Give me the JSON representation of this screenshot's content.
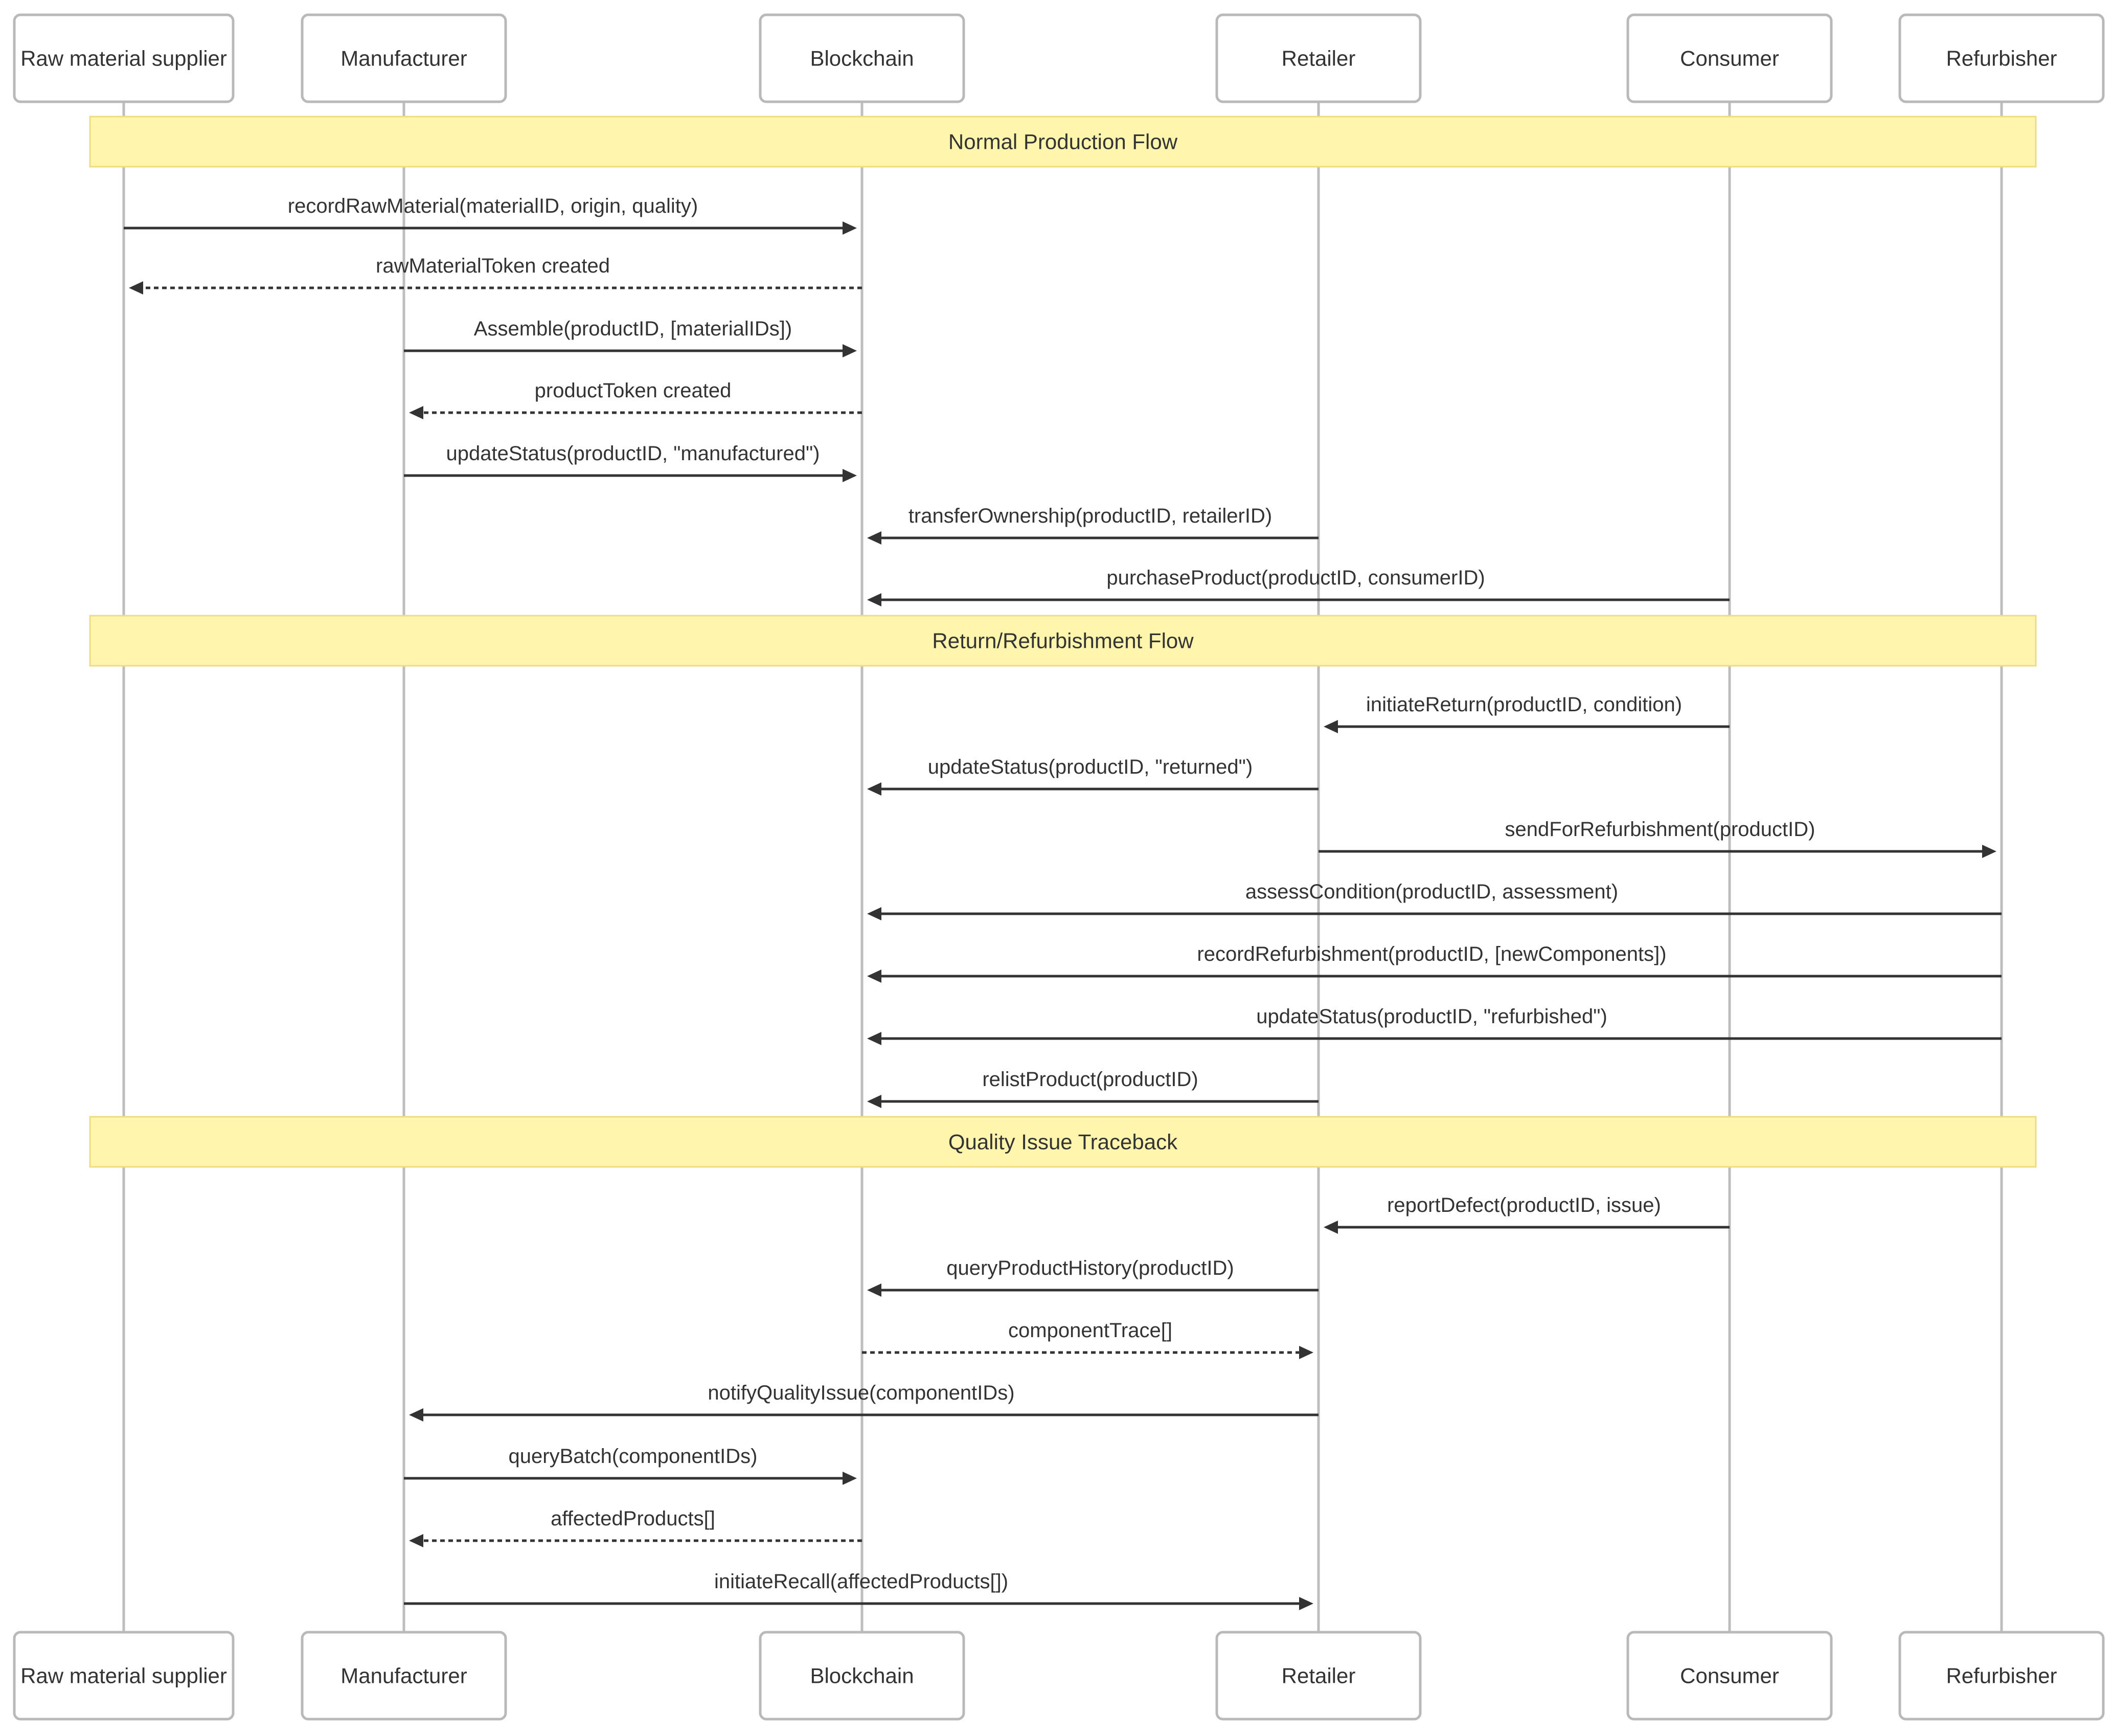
{
  "participants": [
    {
      "id": "RMS",
      "label": "Raw material supplier"
    },
    {
      "id": "MFG",
      "label": "Manufacturer"
    },
    {
      "id": "BC",
      "label": "Blockchain"
    },
    {
      "id": "RET",
      "label": "Retailer"
    },
    {
      "id": "CON",
      "label": "Consumer"
    },
    {
      "id": "REF",
      "label": "Refurbisher"
    }
  ],
  "sequence": [
    {
      "kind": "note",
      "text": "Normal Production Flow"
    },
    {
      "kind": "message",
      "from": "RMS",
      "to": "BC",
      "text": "recordRawMaterial(materialID, origin, quality)",
      "style": "solid"
    },
    {
      "kind": "message",
      "from": "BC",
      "to": "RMS",
      "text": "rawMaterialToken created",
      "style": "dotted"
    },
    {
      "kind": "message",
      "from": "MFG",
      "to": "BC",
      "text": "Assemble(productID, [materialIDs])",
      "style": "solid"
    },
    {
      "kind": "message",
      "from": "BC",
      "to": "MFG",
      "text": "productToken created",
      "style": "dotted"
    },
    {
      "kind": "message",
      "from": "MFG",
      "to": "BC",
      "text": "updateStatus(productID, \"manufactured\")",
      "style": "solid"
    },
    {
      "kind": "message",
      "from": "RET",
      "to": "BC",
      "text": "transferOwnership(productID, retailerID)",
      "style": "solid"
    },
    {
      "kind": "message",
      "from": "CON",
      "to": "BC",
      "text": "purchaseProduct(productID, consumerID)",
      "style": "solid"
    },
    {
      "kind": "note",
      "text": "Return/Refurbishment Flow"
    },
    {
      "kind": "message",
      "from": "CON",
      "to": "RET",
      "text": "initiateReturn(productID, condition)",
      "style": "solid"
    },
    {
      "kind": "message",
      "from": "RET",
      "to": "BC",
      "text": "updateStatus(productID, \"returned\")",
      "style": "solid"
    },
    {
      "kind": "message",
      "from": "RET",
      "to": "REF",
      "text": "sendForRefurbishment(productID)",
      "style": "solid"
    },
    {
      "kind": "message",
      "from": "REF",
      "to": "BC",
      "text": "assessCondition(productID, assessment)",
      "style": "solid"
    },
    {
      "kind": "message",
      "from": "REF",
      "to": "BC",
      "text": "recordRefurbishment(productID, [newComponents])",
      "style": "solid"
    },
    {
      "kind": "message",
      "from": "REF",
      "to": "BC",
      "text": "updateStatus(productID, \"refurbished\")",
      "style": "solid"
    },
    {
      "kind": "message",
      "from": "RET",
      "to": "BC",
      "text": "relistProduct(productID)",
      "style": "solid"
    },
    {
      "kind": "note",
      "text": "Quality Issue Traceback"
    },
    {
      "kind": "message",
      "from": "CON",
      "to": "RET",
      "text": "reportDefect(productID, issue)",
      "style": "solid"
    },
    {
      "kind": "message",
      "from": "RET",
      "to": "BC",
      "text": "queryProductHistory(productID)",
      "style": "solid"
    },
    {
      "kind": "message",
      "from": "BC",
      "to": "RET",
      "text": "componentTrace[]",
      "style": "dotted"
    },
    {
      "kind": "message",
      "from": "RET",
      "to": "MFG",
      "text": "notifyQualityIssue(componentIDs)",
      "style": "solid"
    },
    {
      "kind": "message",
      "from": "MFG",
      "to": "BC",
      "text": "queryBatch(componentIDs)",
      "style": "solid"
    },
    {
      "kind": "message",
      "from": "BC",
      "to": "MFG",
      "text": "affectedProducts[]",
      "style": "dotted"
    },
    {
      "kind": "message",
      "from": "MFG",
      "to": "RET",
      "text": "initiateRecall(affectedProducts[])",
      "style": "solid"
    }
  ]
}
